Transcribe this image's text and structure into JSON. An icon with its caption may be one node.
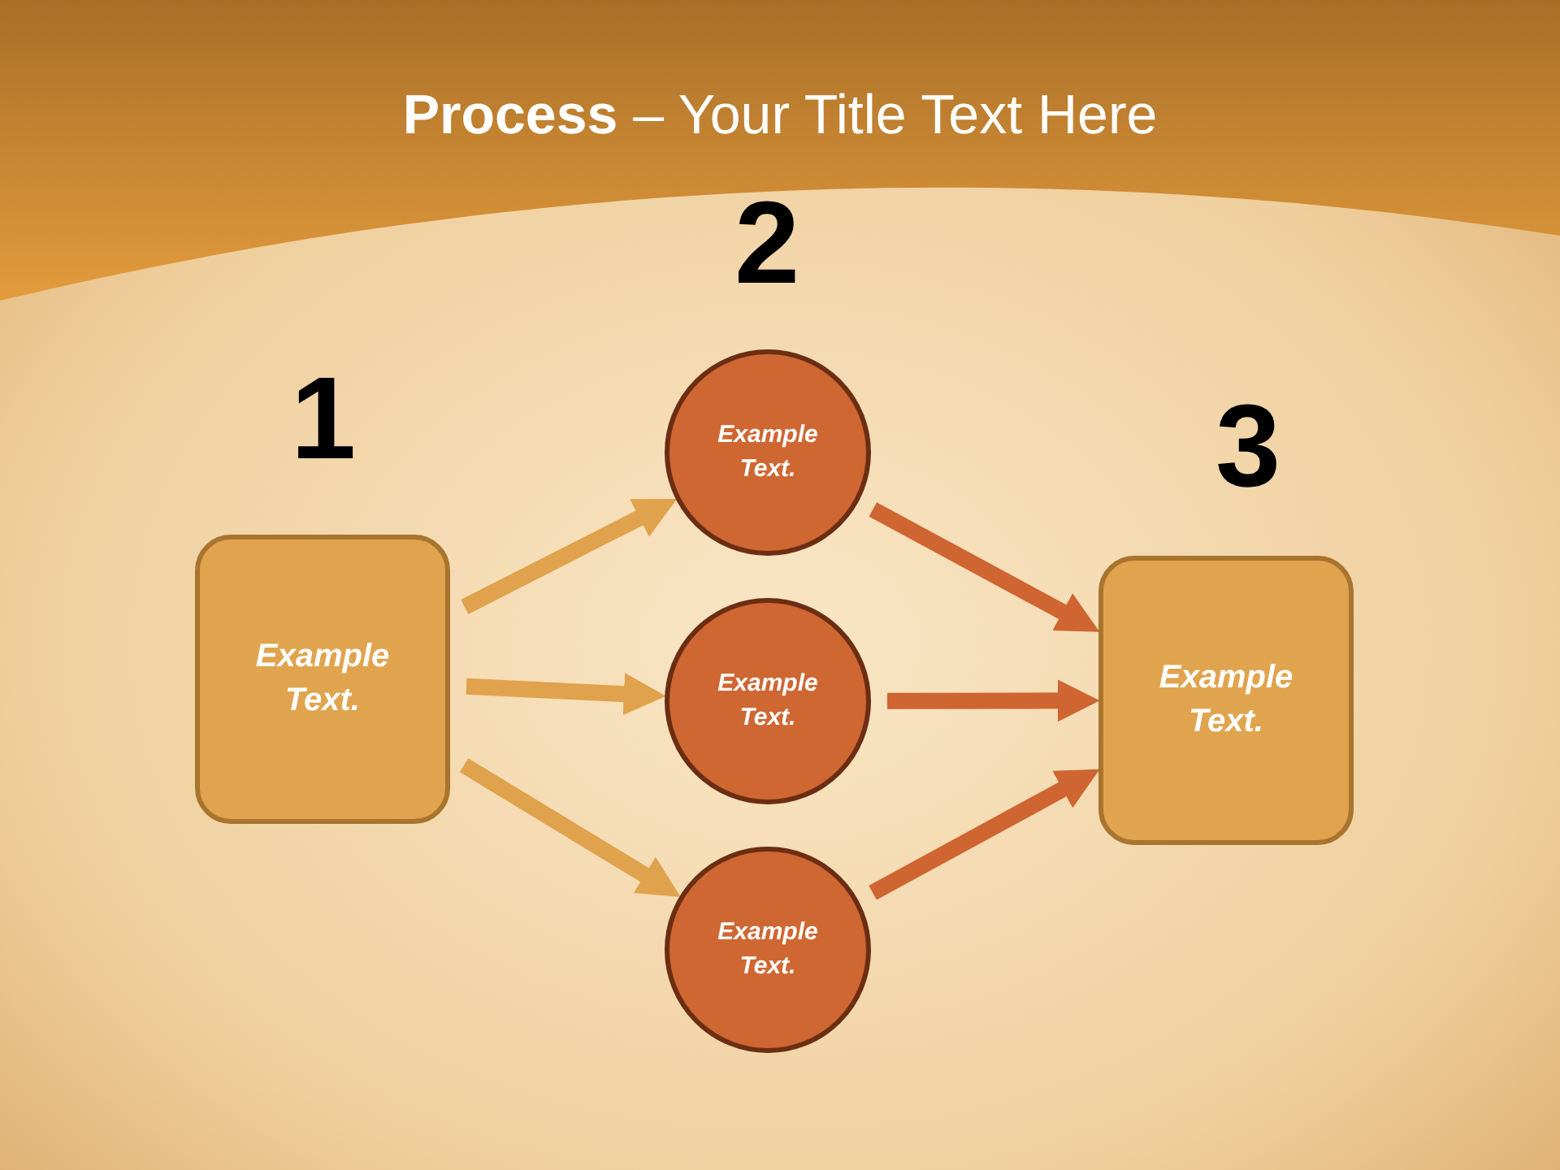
{
  "diagram": {
    "title": "**Process** – Your Title Text Here",
    "nodes": [
      {
        "text": [
          "Example Text."
        ]
      },
      {
        "text": [
          "Example Text."
        ]
      },
      {
        "text": [
          "Example Text."
        ]
      },
      {
        "text": [
          "Example Text."
        ]
      },
      {
        "text": [
          "Example Text."
        ]
      }
    ],
    "edges": [
      {
        "from": 0,
        "to": 1,
        "arrow": "to",
        "color": "#e0a24c"
      },
      {
        "from": 0,
        "to": 2,
        "arrow": "to",
        "color": "#e0a24c"
      },
      {
        "from": 0,
        "to": 3,
        "arrow": "to",
        "color": "#e0a24c"
      },
      {
        "from": 1,
        "to": 4,
        "arrow": "to",
        "color": "#cf6530"
      },
      {
        "from": 2,
        "to": 4,
        "arrow": "to",
        "color": "#cf6530"
      },
      {
        "from": 3,
        "to": 4,
        "arrow": "to",
        "color": "#cf6530"
      }
    ],
    "labels": [
      "1",
      "2",
      "3"
    ]
  }
}
